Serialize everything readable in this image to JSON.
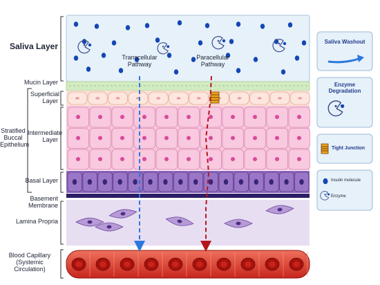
{
  "layers": {
    "saliva": "Saliva Layer",
    "mucin": "Mucin Layer",
    "superficial": "Superficial Layer",
    "stratified": "Stratified Buccal Epithelium",
    "intermediate": "Intermediate Layer",
    "basal": "Basal Layer",
    "basement": "Basement Membrane",
    "lamina": "Lamina Propria",
    "capillary": "Blood Capillary (Systemic Circulation)"
  },
  "pathways": {
    "transcellular": "Transcellular Pathway",
    "paracellular": "Paracellular Pathway"
  },
  "legend": {
    "washout": "Saliva Washout",
    "enzyme_degradation": "Enzyme Degradation",
    "tight_junction": "Tight Junction",
    "insulin": "Insulin molecule",
    "enzyme": "Enzyme"
  },
  "colors": {
    "saliva": "#e6f1fa",
    "mucin": "#d3ebc2",
    "superficial": "#fbe0d6",
    "intermediate": "#f7c6dd",
    "basal": "#a07cc8",
    "basement": "#2c1d66",
    "lamina": "#e8def2",
    "capillary": "#d8372b",
    "transcellular_arrow": "#2c78e0",
    "paracellular_arrow": "#b5161c",
    "insulin": "#1446b4"
  }
}
